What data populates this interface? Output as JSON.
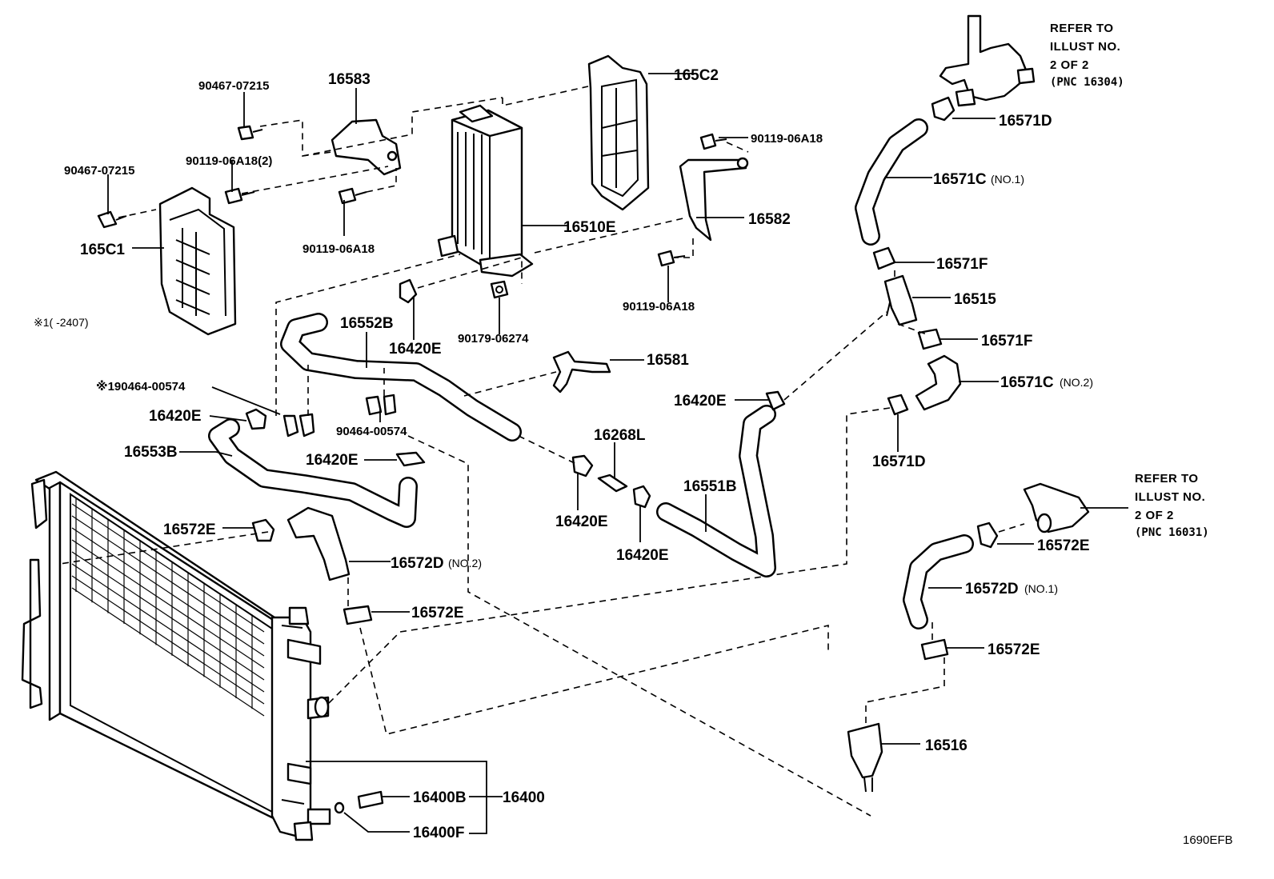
{
  "diagram_code": "1690EFB",
  "refs": {
    "upper": {
      "line1": "REFER TO",
      "line2": "ILLUST NO.",
      "line3": "2 OF 2",
      "pnc": "(PNC 16304)"
    },
    "lower": {
      "line1": "REFER TO",
      "line2": "ILLUST NO.",
      "line3": "2 OF 2",
      "pnc": "(PNC 16031)"
    }
  },
  "parts": {
    "p16583": "16583",
    "p165C2": "165C2",
    "p165C1": "165C1",
    "p90467_a": "90467-07215",
    "p90467_b": "90467-07215",
    "p90119_2": "90119-06A18(2)",
    "p90119_a": "90119-06A18",
    "p90119_b": "90119-06A18",
    "p90119_c": "90119-06A18",
    "p16510E": "16510E",
    "p16582": "16582",
    "note_range": "※1(      -2407)",
    "p16552B": "16552B",
    "p16420E_a": "16420E",
    "p90179": "90179-06274",
    "p16581": "16581",
    "p90464_a": "※190464-00574",
    "p16420E_b": "16420E",
    "p90464_b": "90464-00574",
    "p16553B": "16553B",
    "p16420E_c": "16420E",
    "p16572E_a": "16572E",
    "p16572D2": "16572D",
    "p16572D2_note": "(NO.2)",
    "p16572E_b": "16572E",
    "p16268L": "16268L",
    "p16420E_d": "16420E",
    "p16420E_e": "16420E",
    "p16551B": "16551B",
    "p16420E_f": "16420E",
    "p16571D_a": "16571D",
    "p16571C1": "16571C",
    "p16571C1_note": "(NO.1)",
    "p16571F_a": "16571F",
    "p16515": "16515",
    "p16571F_b": "16571F",
    "p16571C2": "16571C",
    "p16571C2_note": "(NO.2)",
    "p16571D_b": "16571D",
    "p16572E_c": "16572E",
    "p16572D1": "16572D",
    "p16572D1_note": "(NO.1)",
    "p16572E_d": "16572E",
    "p16516": "16516",
    "p16400B": "16400B",
    "p16400": "16400",
    "p16400F": "16400F"
  }
}
